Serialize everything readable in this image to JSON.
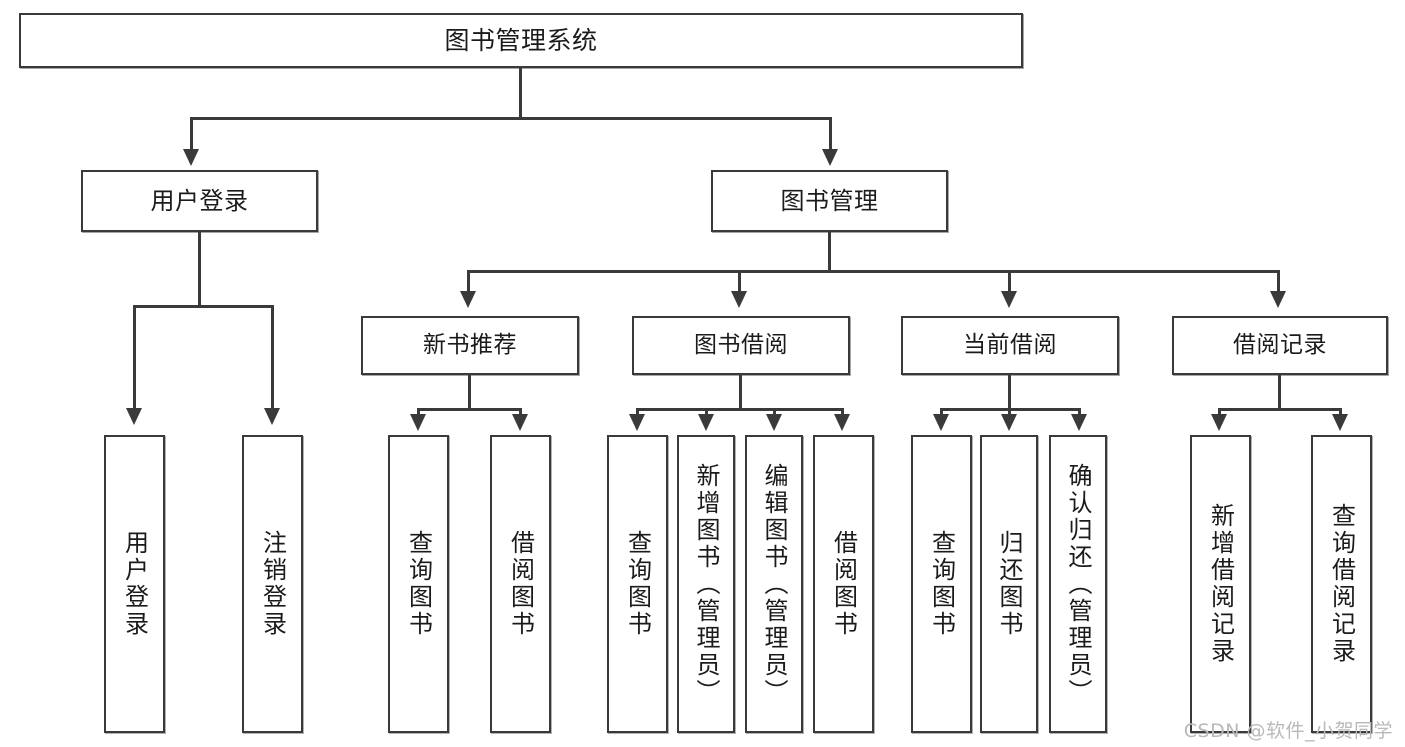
{
  "diagram": {
    "title": "图书管理系统",
    "watermark": "CSDN @软件_小贺同学",
    "accent_color": "#3a3a3a",
    "background_color": "#ffffff",
    "text_color": "#1b1b1b",
    "levels": {
      "root": {
        "label": "图书管理系统"
      },
      "level2": [
        {
          "label": "用户登录"
        },
        {
          "label": "图书管理"
        }
      ],
      "level3": [
        {
          "label": "新书推荐"
        },
        {
          "label": "图书借阅"
        },
        {
          "label": "当前借阅"
        },
        {
          "label": "借阅记录"
        }
      ],
      "leaves": [
        {
          "label": "用户登录",
          "parent": "用户登录"
        },
        {
          "label": "注销登录",
          "parent": "用户登录"
        },
        {
          "label": "查询图书",
          "parent": "新书推荐"
        },
        {
          "label": "借阅图书",
          "parent": "新书推荐"
        },
        {
          "label": "查询图书",
          "parent": "图书借阅"
        },
        {
          "label": "新增图书（管理员）",
          "parent": "图书借阅"
        },
        {
          "label": "编辑图书（管理员）",
          "parent": "图书借阅"
        },
        {
          "label": "借阅图书",
          "parent": "图书借阅"
        },
        {
          "label": "查询图书",
          "parent": "当前借阅"
        },
        {
          "label": "归还图书",
          "parent": "当前借阅"
        },
        {
          "label": "确认归还（管理员）",
          "parent": "当前借阅"
        },
        {
          "label": "新增借阅记录",
          "parent": "借阅记录"
        },
        {
          "label": "查询借阅记录",
          "parent": "借阅记录"
        }
      ]
    }
  }
}
